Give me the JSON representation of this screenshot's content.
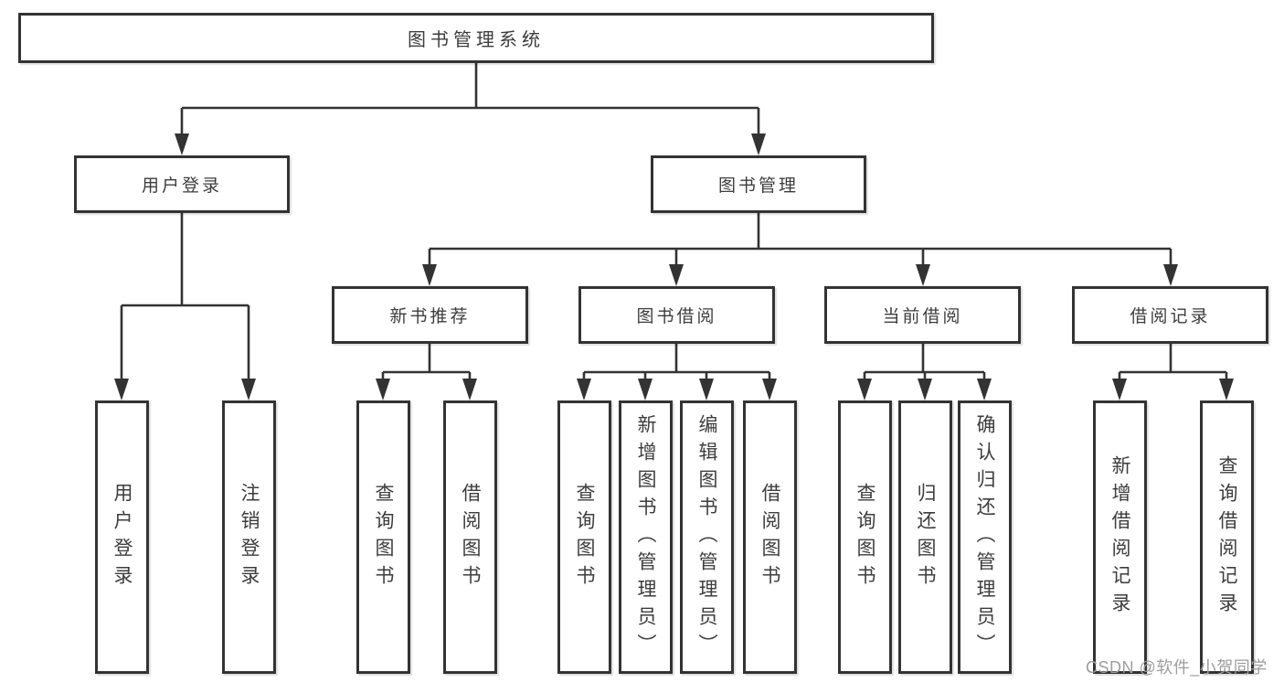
{
  "tree": {
    "root": {
      "label": "图书管理系统",
      "children": [
        {
          "label": "用户登录",
          "children": [
            {
              "label": "用户登录"
            },
            {
              "label": "注销登录"
            }
          ]
        },
        {
          "label": "图书管理",
          "children": [
            {
              "label": "新书推荐",
              "children": [
                {
                  "label": "查询图书"
                },
                {
                  "label": "借阅图书"
                }
              ]
            },
            {
              "label": "图书借阅",
              "children": [
                {
                  "label": "查询图书"
                },
                {
                  "label": "新增图书（管理员）"
                },
                {
                  "label": "编辑图书（管理员）"
                },
                {
                  "label": "借阅图书"
                }
              ]
            },
            {
              "label": "当前借阅",
              "children": [
                {
                  "label": "查询图书"
                },
                {
                  "label": "归还图书"
                },
                {
                  "label": "确认归还（管理员）"
                }
              ]
            },
            {
              "label": "借阅记录",
              "children": [
                {
                  "label": "新增借阅记录"
                },
                {
                  "label": "查询借阅记录"
                }
              ]
            }
          ]
        }
      ]
    }
  },
  "watermark": "CSDN @软件_小贺同学",
  "colors": {
    "line": "#333333",
    "text": "#3d3d3d",
    "watermark": "#9d9d9d",
    "background": "#ffffff"
  }
}
